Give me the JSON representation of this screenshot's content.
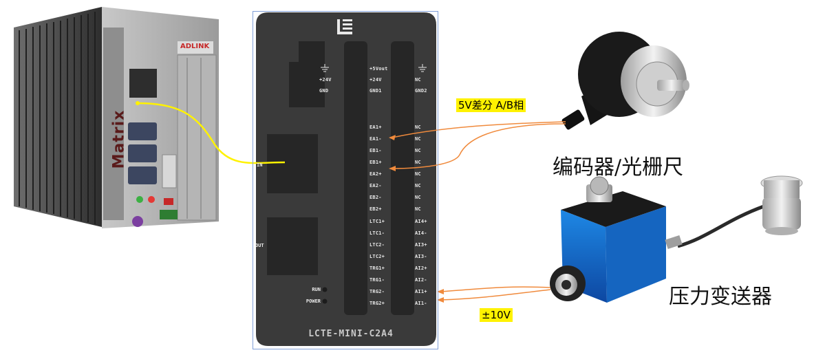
{
  "module": {
    "model": "LCTE-MINI-C2A4",
    "in_label": "IN",
    "out_label": "OUT",
    "run_label": "RUN",
    "power_label": "POWER",
    "power_pins": {
      "left": [
        "+24V",
        "GND"
      ],
      "middle": [
        "+5Vout",
        "+24V",
        "GND1"
      ],
      "right": [
        "NC",
        "GND2"
      ]
    },
    "left_pins": [
      "EA1+",
      "EA1-",
      "EB1-",
      "EB1+",
      "EA2+",
      "EA2-",
      "EB2-",
      "EB2+",
      "LTC1+",
      "LTC1-",
      "LTC2-",
      "LTC2+",
      "TRG1+",
      "TRG1-",
      "TRG2-",
      "TRG2+"
    ],
    "right_pins": [
      "NC",
      "NC",
      "NC",
      "NC",
      "NC",
      "NC",
      "NC",
      "NC",
      "AI4+",
      "AI4-",
      "AI3+",
      "AI3-",
      "AI2+",
      "AI2-",
      "AI1+",
      "AI1-"
    ]
  },
  "pc": {
    "brand": "Matrix",
    "vendor_logo": "ADLINK"
  },
  "callouts": {
    "encoder_signal": "5V差分 A/B相",
    "analog_signal": "±10V"
  },
  "captions": {
    "encoder": "编码器/光栅尺",
    "pressure": "压力变送器"
  },
  "colors": {
    "module_body": "#3a3a3a",
    "wire_yellow": "#fff200",
    "wire_orange": "#f08a3c",
    "callout_bg": "#fff200",
    "transmitter_blue": "#1565c0"
  }
}
